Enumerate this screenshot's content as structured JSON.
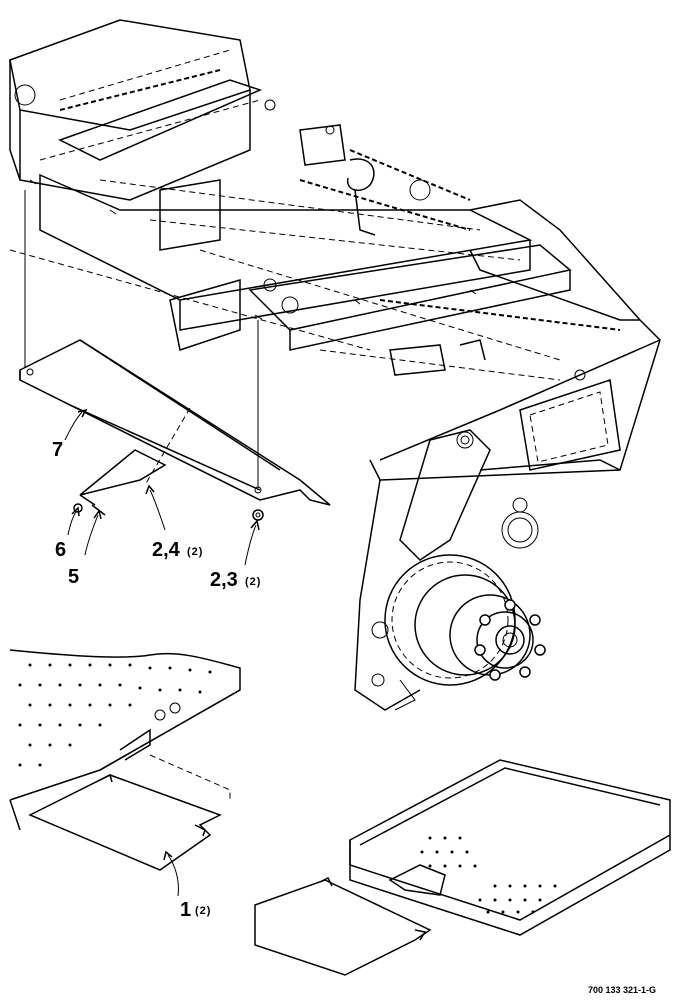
{
  "diagram": {
    "callouts": [
      {
        "id": "7",
        "label": "7"
      },
      {
        "id": "6",
        "label": "6"
      },
      {
        "id": "5",
        "label": "5"
      },
      {
        "id": "2-4",
        "label": "2,4",
        "qty": "(2)"
      },
      {
        "id": "2-3",
        "label": "2,3",
        "qty": "(2)"
      },
      {
        "id": "1",
        "label": "1",
        "qty": "(2)"
      }
    ],
    "drawing_number": "700 133 321-1-G"
  }
}
